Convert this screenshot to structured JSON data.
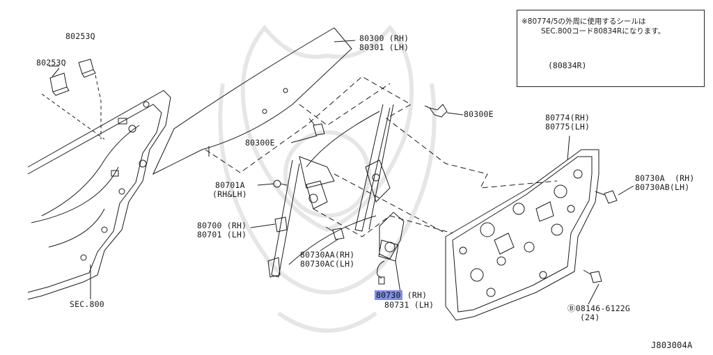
{
  "note": {
    "line1": "※80774/5の外周に使用するシールは",
    "line2": "SEC.800コード80834Rになります。",
    "seal_label": "(80834R)"
  },
  "labels": {
    "clip_top": "80253Q",
    "clip_left": "80253Q",
    "glass_rh": "80300 (RH)",
    "glass_lh": "80301 (LH)",
    "bolt_right": "80300E",
    "bolt_left": "80300E",
    "screw_701a": "80701A",
    "screw_701a_sub": "(RH&LH)",
    "regulator_rh": "80700 (RH)",
    "regulator_lh": "80701 (LH)",
    "bolt_aa": "80730AA(RH)",
    "bolt_ac": "80730AC(LH)",
    "motor_rh_num": "80730",
    "motor_rh_side": " (RH)",
    "motor_lh": "80731 (LH)",
    "panel_rh": "80774(RH)",
    "panel_lh": "80775(LH)",
    "bolt_a_rh": "80730A  (RH)",
    "bolt_ab_lh": "80730AB(LH)",
    "bolt_b": "Ⓑ08146-6122G",
    "bolt_b_qty": "(24)",
    "sec": "SEC.800",
    "diagram_code": "J803004A"
  },
  "colors": {
    "line": "#1a1a1a",
    "highlight": "#7f8fe6",
    "watermark": "#e9e9e9"
  }
}
